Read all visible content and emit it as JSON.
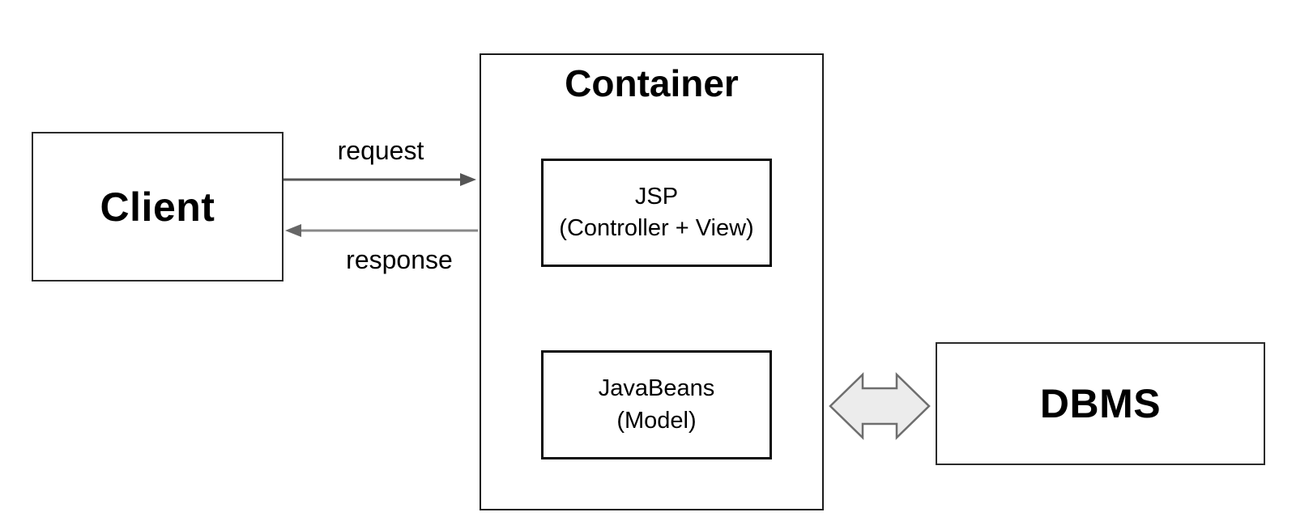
{
  "diagram": {
    "client": {
      "label": "Client"
    },
    "container": {
      "title": "Container",
      "jsp": {
        "line1": "JSP",
        "line2": "(Controller + View)"
      },
      "javabeans": {
        "line1": "JavaBeans",
        "line2": "(Model)"
      }
    },
    "dbms": {
      "label": "DBMS"
    },
    "arrows": {
      "request_label": "request",
      "response_label": "response"
    },
    "colors": {
      "background": "#ffffff",
      "box_border": "#1a1a1a",
      "inner_box_border": "#0d0d0d",
      "request_arrow": "#555555",
      "response_arrow": "#888888",
      "block_arrow_fill": "#ececec",
      "block_arrow_stroke": "#6e6e6e",
      "text": "#000000"
    }
  }
}
